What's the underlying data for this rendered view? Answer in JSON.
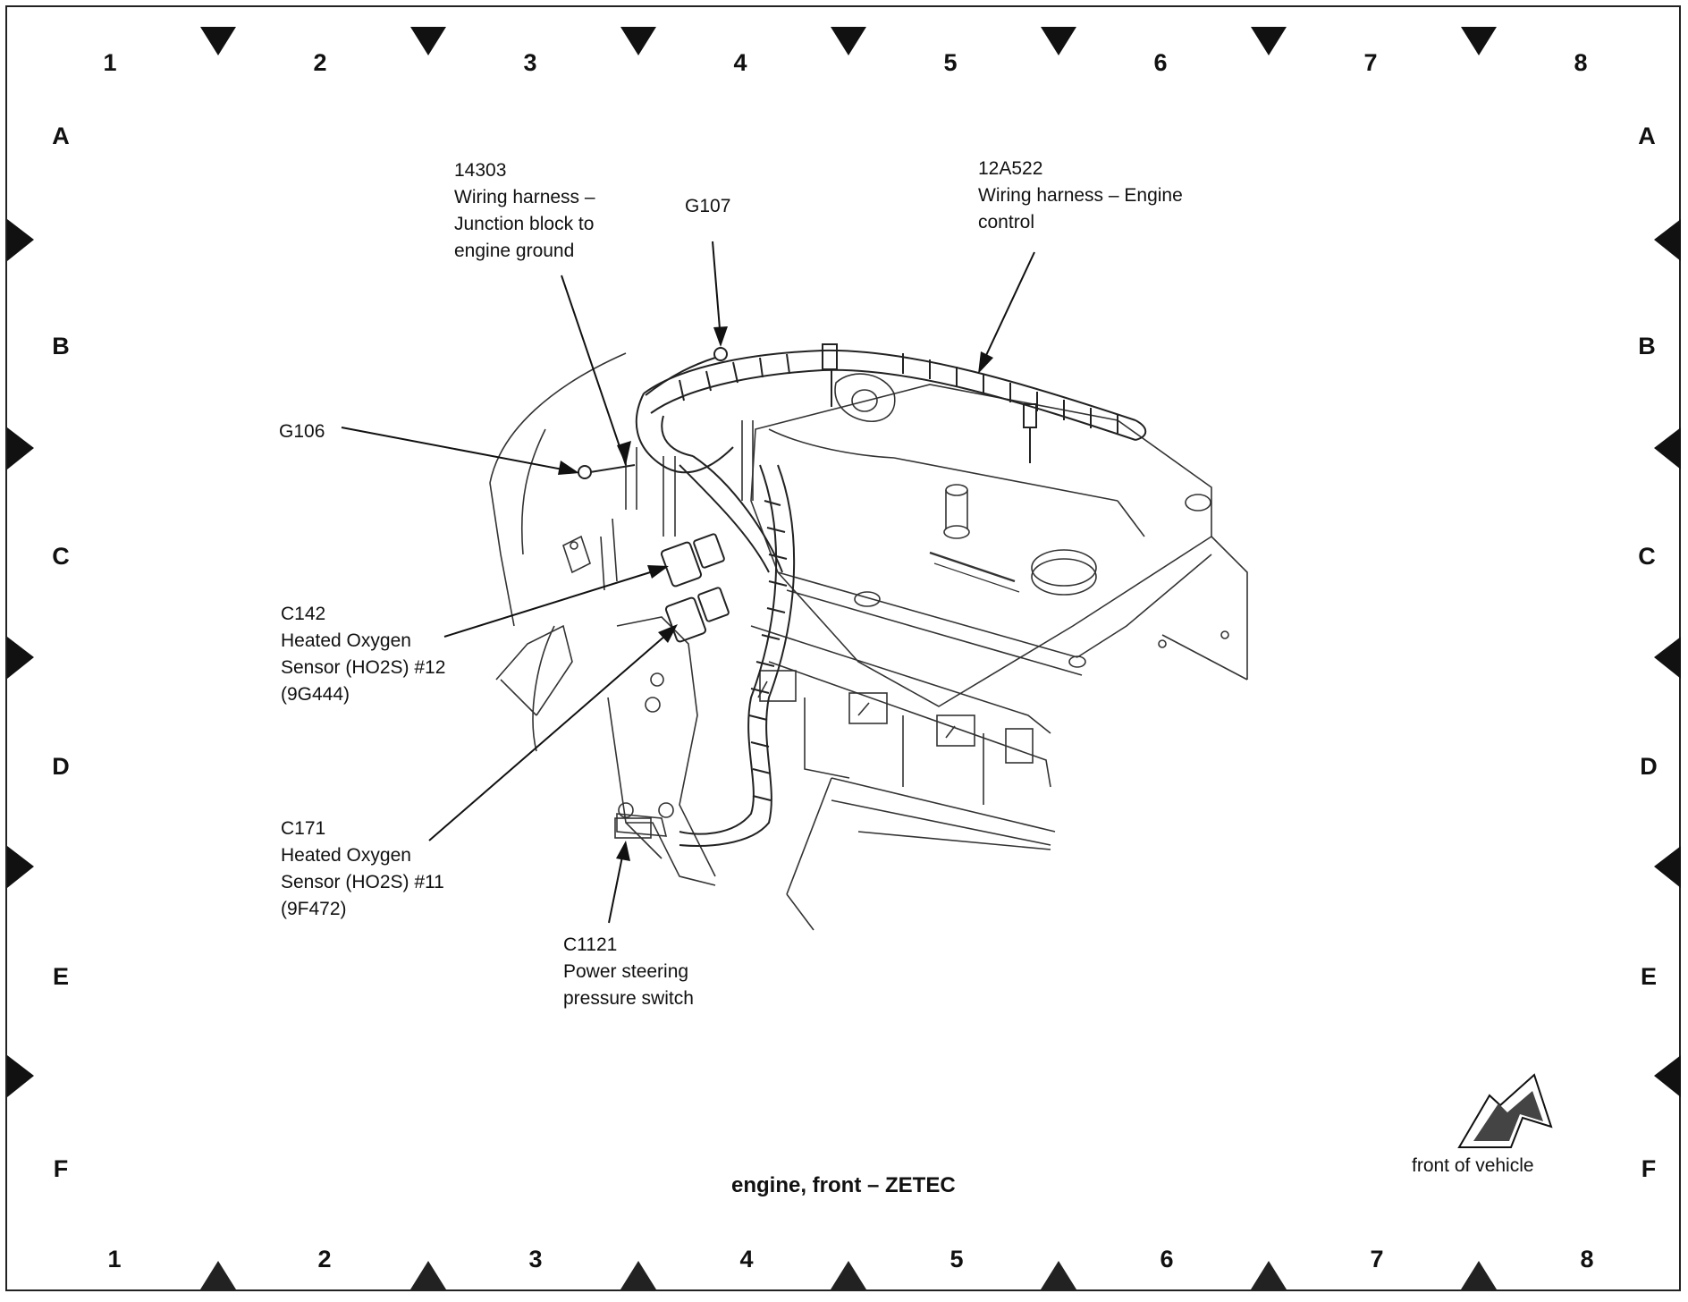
{
  "diagram": {
    "caption": "engine, front – ZETEC",
    "orientation_label": "front of vehicle",
    "grid_columns": [
      "1",
      "2",
      "3",
      "4",
      "5",
      "6",
      "7",
      "8"
    ],
    "grid_rows": [
      "A",
      "B",
      "C",
      "D",
      "E",
      "F"
    ],
    "callouts": [
      {
        "id": "14303",
        "lines": [
          "14303",
          "Wiring harness –",
          "Junction block to",
          "engine ground"
        ]
      },
      {
        "id": "G107",
        "lines": [
          "G107"
        ]
      },
      {
        "id": "12A522",
        "lines": [
          "12A522",
          "Wiring harness – Engine",
          "control"
        ]
      },
      {
        "id": "G106",
        "lines": [
          "G106"
        ]
      },
      {
        "id": "C142",
        "lines": [
          "C142",
          "Heated Oxygen",
          "Sensor (HO2S) #12",
          "(9G444)"
        ]
      },
      {
        "id": "C171",
        "lines": [
          "C171",
          "Heated Oxygen",
          "Sensor (HO2S) #11",
          "(9F472)"
        ]
      },
      {
        "id": "C1121",
        "lines": [
          "C1121",
          "Power steering",
          "pressure switch"
        ]
      }
    ]
  }
}
